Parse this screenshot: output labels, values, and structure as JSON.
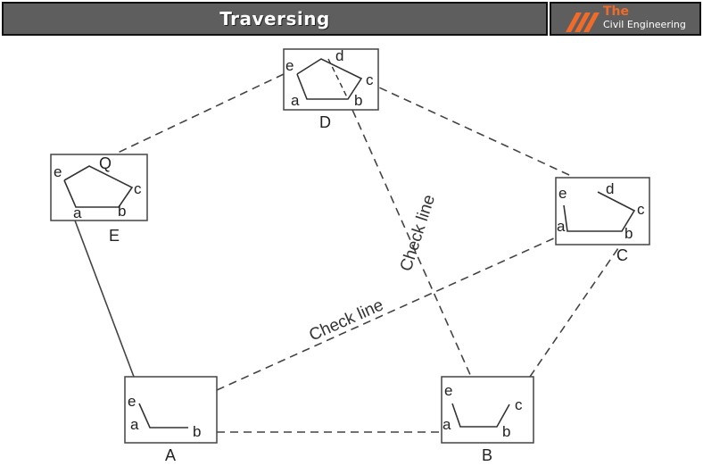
{
  "header": {
    "title": "Traversing",
    "logo_the": "The",
    "logo_name": "Civil Engineering"
  },
  "diagram": {
    "stations": {
      "A": {
        "name": "A",
        "points": [
          "e",
          "a",
          "b"
        ]
      },
      "B": {
        "name": "B",
        "points": [
          "e",
          "a",
          "b",
          "c"
        ]
      },
      "C": {
        "name": "C",
        "points": [
          "e",
          "a",
          "b",
          "c",
          "d"
        ]
      },
      "D": {
        "name": "D",
        "points": [
          "e",
          "a",
          "b",
          "c",
          "d"
        ]
      },
      "E": {
        "name": "E",
        "points": [
          "e",
          "a",
          "b",
          "c"
        ],
        "extra": "Q"
      }
    },
    "check_line_1": "Check line",
    "check_line_2": "Check line"
  },
  "colors": {
    "header_bg": "#5e5e5e",
    "logo_accent": "#f06a2a",
    "line": "#333333"
  }
}
